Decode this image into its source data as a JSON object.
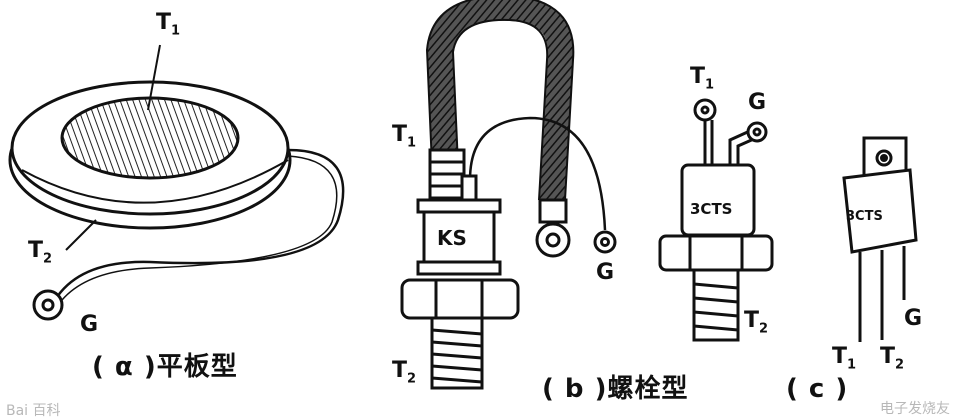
{
  "figure_a": {
    "terminals": {
      "t1": "T",
      "t1_sub": "1",
      "t2": "T",
      "t2_sub": "2",
      "gate": "G"
    },
    "caption": "( α )平板型"
  },
  "figure_b": {
    "terminals": {
      "t1": "T",
      "t1_sub": "1",
      "t2": "T",
      "t2_sub": "2",
      "gate": "G"
    },
    "body_label": "KS",
    "caption": "( b )螺栓型"
  },
  "figure_b2": {
    "terminals": {
      "t1": "T",
      "t1_sub": "1",
      "t2": "T",
      "t2_sub": "2",
      "gate": "G"
    },
    "body_label": "3CTS"
  },
  "figure_c": {
    "terminals": {
      "t1": "T",
      "t1_sub": "1",
      "t2": "T",
      "t2_sub": "2",
      "gate": "G"
    },
    "body_label": "3CTS",
    "caption": "( c )"
  },
  "watermark": {
    "left": "Bai 百科",
    "right": "电子发烧友"
  }
}
